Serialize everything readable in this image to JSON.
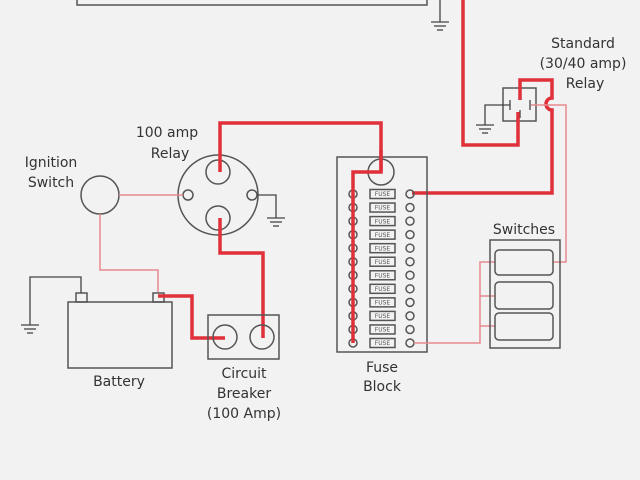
{
  "labels": {
    "standard_relay": [
      "Standard",
      "(30/40 amp)",
      "Relay"
    ],
    "amp100_relay": [
      "100 amp",
      "Relay"
    ],
    "ignition_switch": [
      "Ignition",
      "Switch"
    ],
    "battery": "Battery",
    "circuit_breaker": [
      "Circuit",
      "Breaker",
      "(100 Amp)"
    ],
    "switches": "Switches",
    "fuse_block": [
      "Fuse",
      "Block"
    ]
  },
  "fuses": [
    "FUSE",
    "FUSE",
    "FUSE",
    "FUSE",
    "FUSE",
    "FUSE",
    "FUSE",
    "FUSE",
    "FUSE",
    "FUSE",
    "FUSE",
    "FUSE"
  ],
  "colors": {
    "heavy_wire": "#e0303a",
    "light_wire": "#e88a8f",
    "outline": "#555555",
    "background": "#f2f2f2"
  }
}
